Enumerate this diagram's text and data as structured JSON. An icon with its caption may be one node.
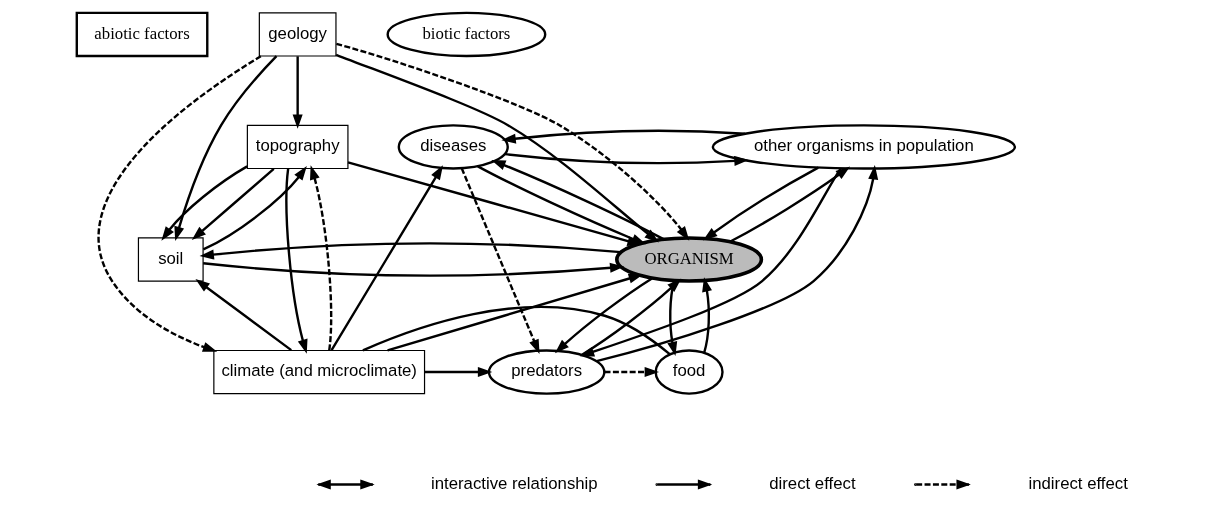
{
  "diagram": {
    "nodes": [
      {
        "text": [
          "abiotic factors"
        ]
      },
      {
        "text": [
          "geology"
        ]
      },
      {
        "text": [
          "biotic factors"
        ]
      },
      {
        "text": [
          "topography"
        ]
      },
      {
        "text": [
          "diseases"
        ]
      },
      {
        "text": [
          "other organisms in population"
        ]
      },
      {
        "text": [
          "soil"
        ]
      },
      {
        "text": [
          "ORGANISM"
        ]
      },
      {
        "text": [
          "climate (and microclimate)"
        ]
      },
      {
        "text": [
          "food"
        ]
      },
      {
        "text": [
          "predators"
        ]
      }
    ],
    "edges": [
      {
        "from": 1,
        "to": 3,
        "arrow": "to"
      },
      {
        "from": 1,
        "to": 6,
        "arrow": "to"
      },
      {
        "from": 1,
        "to": 7,
        "arrow": "to"
      },
      {
        "from": 3,
        "to": 6,
        "arrow": "to"
      },
      {
        "from": 3,
        "to": 7,
        "arrow": "to"
      },
      {
        "from": 1,
        "to": 8,
        "arrow": "to",
        "style": "dashed"
      },
      {
        "from": 1,
        "to": 7,
        "arrow": "to",
        "style": "dashed"
      },
      {
        "from": 3,
        "to": 6,
        "arrow": "to"
      },
      {
        "from": 6,
        "to": 3,
        "arrow": "to"
      },
      {
        "from": 3,
        "to": 8,
        "arrow": "to"
      },
      {
        "from": 8,
        "to": 3,
        "arrow": "to",
        "style": "dashed"
      },
      {
        "from": 6,
        "to": 7,
        "arrow": "to"
      },
      {
        "from": 7,
        "to": 6,
        "arrow": "to"
      },
      {
        "from": 8,
        "to": 6,
        "arrow": "to"
      },
      {
        "from": 8,
        "to": 4,
        "arrow": "to"
      },
      {
        "from": 8,
        "to": 7,
        "arrow": "to"
      },
      {
        "from": 8,
        "to": 9,
        "arrow": "none"
      },
      {
        "from": 8,
        "to": 10,
        "arrow": "to"
      },
      {
        "from": 7,
        "to": 4,
        "arrow": "to"
      },
      {
        "from": 4,
        "to": 7,
        "arrow": "to"
      },
      {
        "from": 4,
        "to": 5,
        "arrow": "to"
      },
      {
        "from": 5,
        "to": 4,
        "arrow": "to"
      },
      {
        "from": 4,
        "to": 10,
        "arrow": "to",
        "style": "dashed"
      },
      {
        "from": 7,
        "to": 5,
        "arrow": "to"
      },
      {
        "from": 5,
        "to": 7,
        "arrow": "to"
      },
      {
        "from": 7,
        "to": 10,
        "arrow": "to"
      },
      {
        "from": 10,
        "to": 7,
        "arrow": "to"
      },
      {
        "from": 7,
        "to": 9,
        "arrow": "to"
      },
      {
        "from": 9,
        "to": 7,
        "arrow": "to"
      },
      {
        "from": 10,
        "to": 9,
        "arrow": "to",
        "style": "dashed"
      },
      {
        "from": 10,
        "to": 5,
        "arrow": "to"
      },
      {
        "from": 5,
        "to": 10,
        "arrow": "to"
      }
    ],
    "legend": [
      {
        "text": "interactive relationship"
      },
      {
        "text": "direct effect"
      },
      {
        "text": "indirect effect"
      }
    ]
  }
}
